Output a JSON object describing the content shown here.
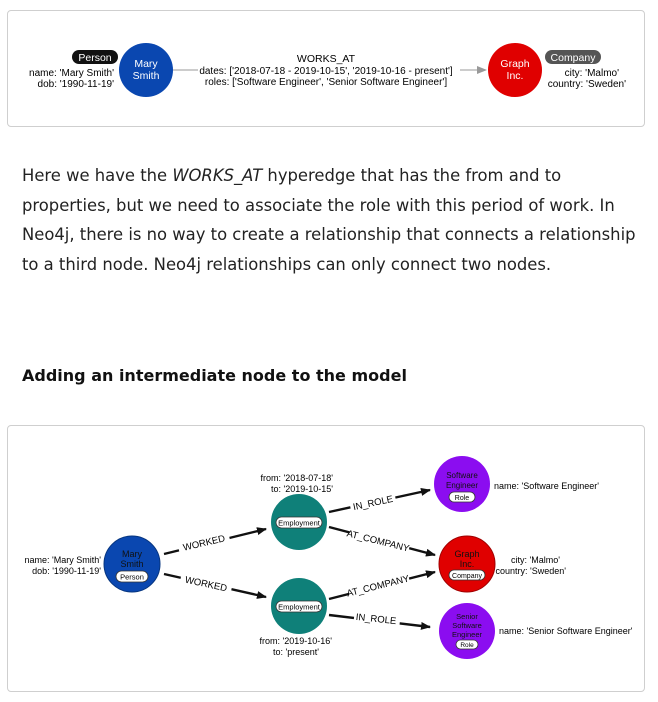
{
  "diagram1": {
    "person_label": "Person",
    "person_props": [
      "name: 'Mary Smith'",
      "dob: '1990-11-19'"
    ],
    "person_name": [
      "Mary",
      "Smith"
    ],
    "rel_type": "WORKS_AT",
    "rel_props": [
      "dates: ['2018-07-18 - 2019-10-15', '2019-10-16 - present']",
      "roles: ['Software Engineer', 'Senior Software Engineer']"
    ],
    "company_name": [
      "Graph",
      "Inc."
    ],
    "company_label": "Company",
    "company_props": [
      "city: 'Malmo'",
      "country: 'Sweden'"
    ],
    "colors": {
      "person": "#0a47b0",
      "company": "#e00000",
      "label_bg": "#111111",
      "company_label_bg": "#555555"
    }
  },
  "paragraph": {
    "before_em": "Here we have the ",
    "em": "WORKS_AT",
    "after_em": " hyperedge that has the from and to properties, but we need to associate the role with this period of work. In Neo4j, there is no way to create a relationship that connects a relationship to a third node. Neo4j relationships can only connect two nodes."
  },
  "heading": "Adding an intermediate node to the model",
  "diagram2": {
    "person_props": [
      "name: 'Mary Smith'",
      "dob: '1990-11-19'"
    ],
    "person_name": [
      "Mary",
      "Smith"
    ],
    "person_label": "Person",
    "employment_label": "Employment",
    "emp1_props": [
      "from: '2018-07-18'",
      "to: '2019-10-15'"
    ],
    "emp2_props": [
      "from: '2019-10-16'",
      "to: 'present'"
    ],
    "worked": "WORKED",
    "in_role": "IN_ROLE",
    "at_company": "AT_COMPANY",
    "role1_name": [
      "Software",
      "Engineer"
    ],
    "role1_props": "name: 'Software Engineer'",
    "role2_name": [
      "Senior",
      "Software",
      "Engineer"
    ],
    "role2_props": "name: 'Senior Software Engineer'",
    "role_label": "Role",
    "company_name": [
      "Graph",
      "Inc."
    ],
    "company_label": "Company",
    "company_props": [
      "city: 'Malmo'",
      "country: 'Sweden'"
    ],
    "colors": {
      "person": "#0a47b0",
      "employment": "#0f8079",
      "role": "#8b0df0",
      "company": "#e00000"
    }
  }
}
